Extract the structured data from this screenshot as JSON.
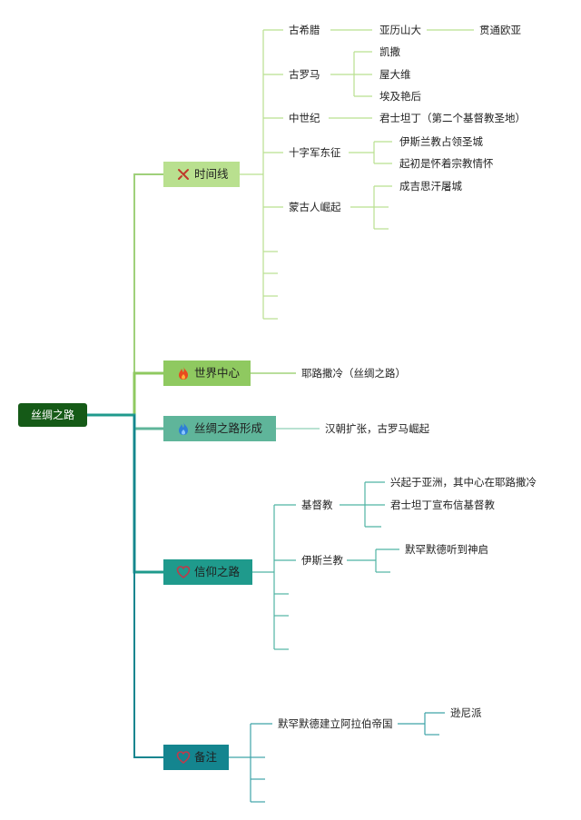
{
  "root": "丝绸之路",
  "branches": [
    {
      "label": "时间线",
      "icon": "crossed-tools-icon"
    },
    {
      "label": "世界中心",
      "icon": "fire-icon"
    },
    {
      "label": "丝绸之路形成",
      "icon": "blue-flame-icon"
    },
    {
      "label": "信仰之路",
      "icon": "heart-icon"
    },
    {
      "label": "备注",
      "icon": "heart-icon"
    }
  ],
  "timeline": {
    "greece": "古希腊",
    "alexander": "亚历山大",
    "eurasia": "贯通欧亚",
    "rome": "古罗马",
    "caesar": "凯撒",
    "octavian": "屋大维",
    "cleopatra": "埃及艳后",
    "middle_ages": "中世纪",
    "constantinople": "君士坦丁（第二个基督教圣地）",
    "crusades": "十字军东征",
    "islam_holy_city": "伊斯兰教占领圣城",
    "religious_feeling": "起初是怀着宗教情怀",
    "mongols": "蒙古人崛起",
    "genghis": "成吉思汗屠城"
  },
  "world_center": {
    "jerusalem": "耶路撒冷（丝绸之路）"
  },
  "formation": {
    "han_rome": "汉朝扩张，古罗马崛起"
  },
  "faith": {
    "christianity": "基督教",
    "rise_asia": "兴起于亚洲，其中心在耶路撒冷",
    "constantine_faith": "君士坦丁宣布信基督教",
    "islam": "伊斯兰教",
    "muhammad_revelation": "默罕默德听到神启"
  },
  "notes": {
    "arab_empire": "默罕默德建立阿拉伯帝国",
    "sunni": "逊尼派"
  },
  "colors": {
    "root": "#155a17",
    "timeline": "#b9e08f",
    "world_center": "#8fc960",
    "formation": "#5fb59a",
    "faith": "#1f9a8c",
    "notes": "#14858f"
  }
}
